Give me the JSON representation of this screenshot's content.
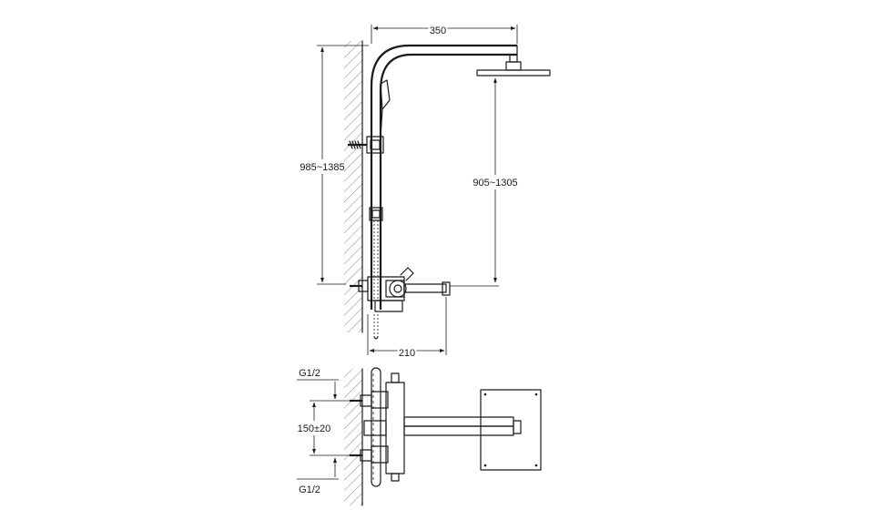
{
  "dimensions": {
    "arm_length": "350",
    "height_total": "985~1385",
    "height_head": "905~1305",
    "spout_length": "210",
    "thread_top": "G1/2",
    "centers": "150±20",
    "thread_bottom": "G1/2"
  }
}
